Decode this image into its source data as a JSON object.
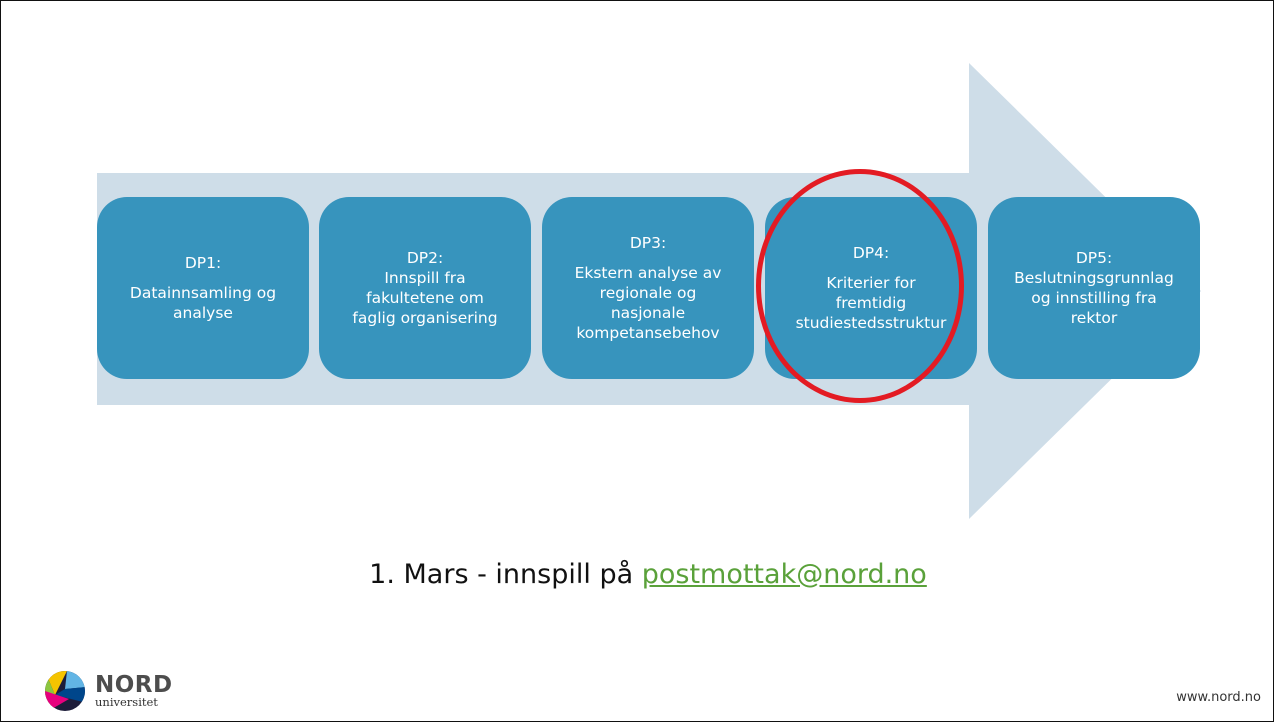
{
  "colors": {
    "arrow": "#cedde8",
    "box": "#3794bd",
    "box_text": "#ffffff",
    "highlight": "#e31b23",
    "link": "#5aa13a"
  },
  "steps": [
    {
      "id": "DP1:",
      "text": "Datainnsamling og\nanalyse"
    },
    {
      "id": "DP2:",
      "text": "Innspill fra\nfakultetene om\nfaglig organisering"
    },
    {
      "id": "DP3:",
      "text": "Ekstern analyse av\nregionale og\nnasjonale\nkompetansebehov"
    },
    {
      "id": "DP4:",
      "text": "Kriterier for\nfremtidig\nstudiestedsstruktur"
    },
    {
      "id": "DP5:",
      "text": "Beslutningsgrunnlag\nog innstilling fra\nrektor"
    }
  ],
  "highlighted_step": "DP4:",
  "note": {
    "prefix": "1. Mars  - innspill på ",
    "email": "postmottak@nord.no"
  },
  "logo": {
    "name": "NORD",
    "sub": "universitet"
  },
  "website": "www.nord.no"
}
